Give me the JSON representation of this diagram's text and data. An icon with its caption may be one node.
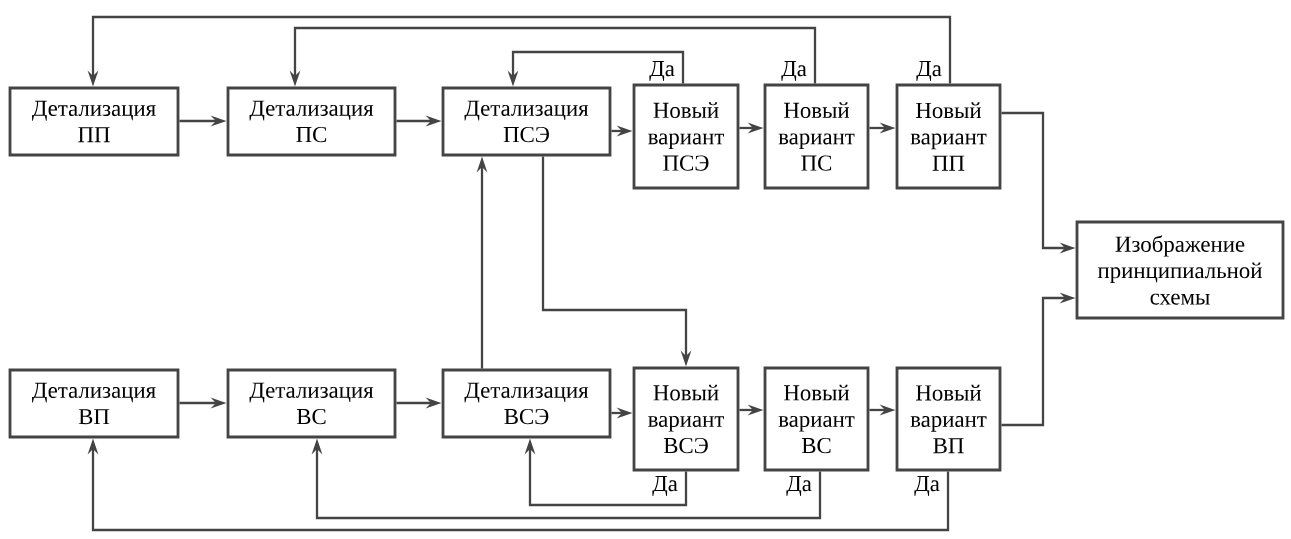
{
  "diagram": {
    "nodes": [
      {
        "text": [
          "Детализация ПП"
        ]
      },
      {
        "text": [
          "Детализация ПС"
        ]
      },
      {
        "text": [
          "Детализация ПСЭ"
        ]
      },
      {
        "text": [
          "Новый вариант ПСЭ"
        ]
      },
      {
        "text": [
          "Новый вариант ПС"
        ]
      },
      {
        "text": [
          "Новый вариант ПП"
        ]
      },
      {
        "text": [
          "Изображение принципиальной схемы"
        ]
      },
      {
        "text": [
          "Детализация ВП"
        ]
      },
      {
        "text": [
          "Детализация ВС"
        ]
      },
      {
        "text": [
          "Детализация ВСЭ"
        ]
      },
      {
        "text": [
          "Новый вариант ВСЭ"
        ]
      },
      {
        "text": [
          "Новый вариант ВС"
        ]
      },
      {
        "text": [
          "Новый вариант ВП"
        ]
      }
    ],
    "edges": [
      {
        "from": 0,
        "to": 1,
        "arrow": "to"
      },
      {
        "from": 1,
        "to": 2,
        "arrow": "to"
      },
      {
        "from": 2,
        "to": 3,
        "arrow": "to"
      },
      {
        "from": 3,
        "to": 4,
        "arrow": "to"
      },
      {
        "from": 4,
        "to": 5,
        "arrow": "to"
      },
      {
        "from": 5,
        "to": 6,
        "arrow": "to"
      },
      {
        "from": 7,
        "to": 8,
        "arrow": "to"
      },
      {
        "from": 8,
        "to": 9,
        "arrow": "to"
      },
      {
        "from": 9,
        "to": 10,
        "arrow": "to"
      },
      {
        "from": 10,
        "to": 11,
        "arrow": "to"
      },
      {
        "from": 11,
        "to": 12,
        "arrow": "to"
      },
      {
        "from": 12,
        "to": 6,
        "arrow": "to"
      },
      {
        "from": 9,
        "to": 2,
        "arrow": "to"
      },
      {
        "from": 2,
        "to": 10,
        "arrow": "to"
      },
      {
        "from": 3,
        "to": 2,
        "arrow": "to",
        "label": "Да"
      },
      {
        "from": 4,
        "to": 1,
        "arrow": "to",
        "label": "Да"
      },
      {
        "from": 5,
        "to": 0,
        "arrow": "to",
        "label": "Да"
      },
      {
        "from": 10,
        "to": 9,
        "arrow": "to",
        "label": "Да"
      },
      {
        "from": 11,
        "to": 8,
        "arrow": "to",
        "label": "Да"
      },
      {
        "from": 12,
        "to": 7,
        "arrow": "to",
        "label": "Да"
      }
    ]
  }
}
